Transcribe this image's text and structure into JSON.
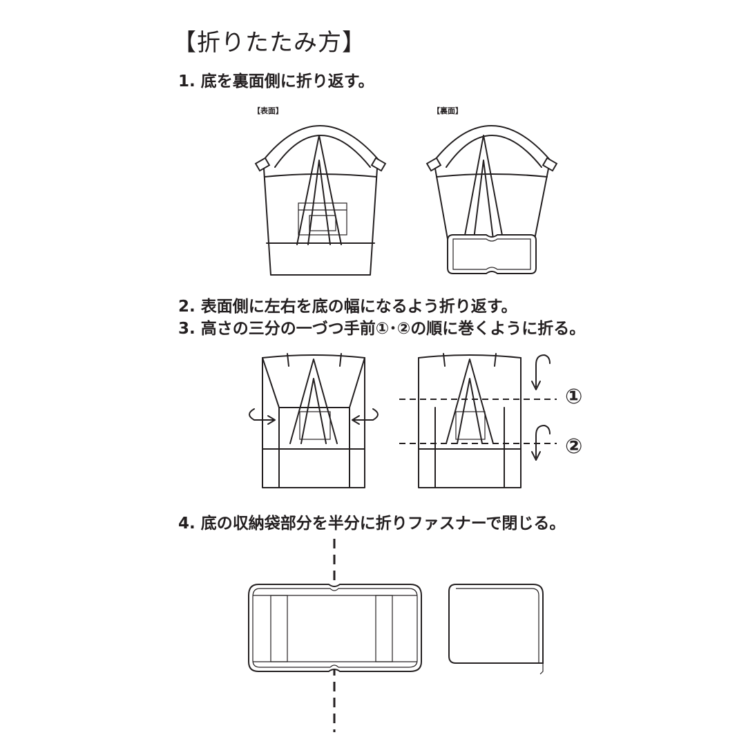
{
  "title": "【折りたたみ方】",
  "steps": {
    "s1": "1. 底を裏面側に折り返す。",
    "s2": "2. 表面側に左右を底の幅になるよう折り返す。",
    "s3": "3. 高さの三分の一づつ手前①･②の順に巻くように折る。",
    "s4": "4. 底の収納袋部分を半分に折りファスナーで閉じる。"
  },
  "labels": {
    "front": "【表面】",
    "back": "【裏面】",
    "mark1": "①",
    "mark2": "②"
  }
}
